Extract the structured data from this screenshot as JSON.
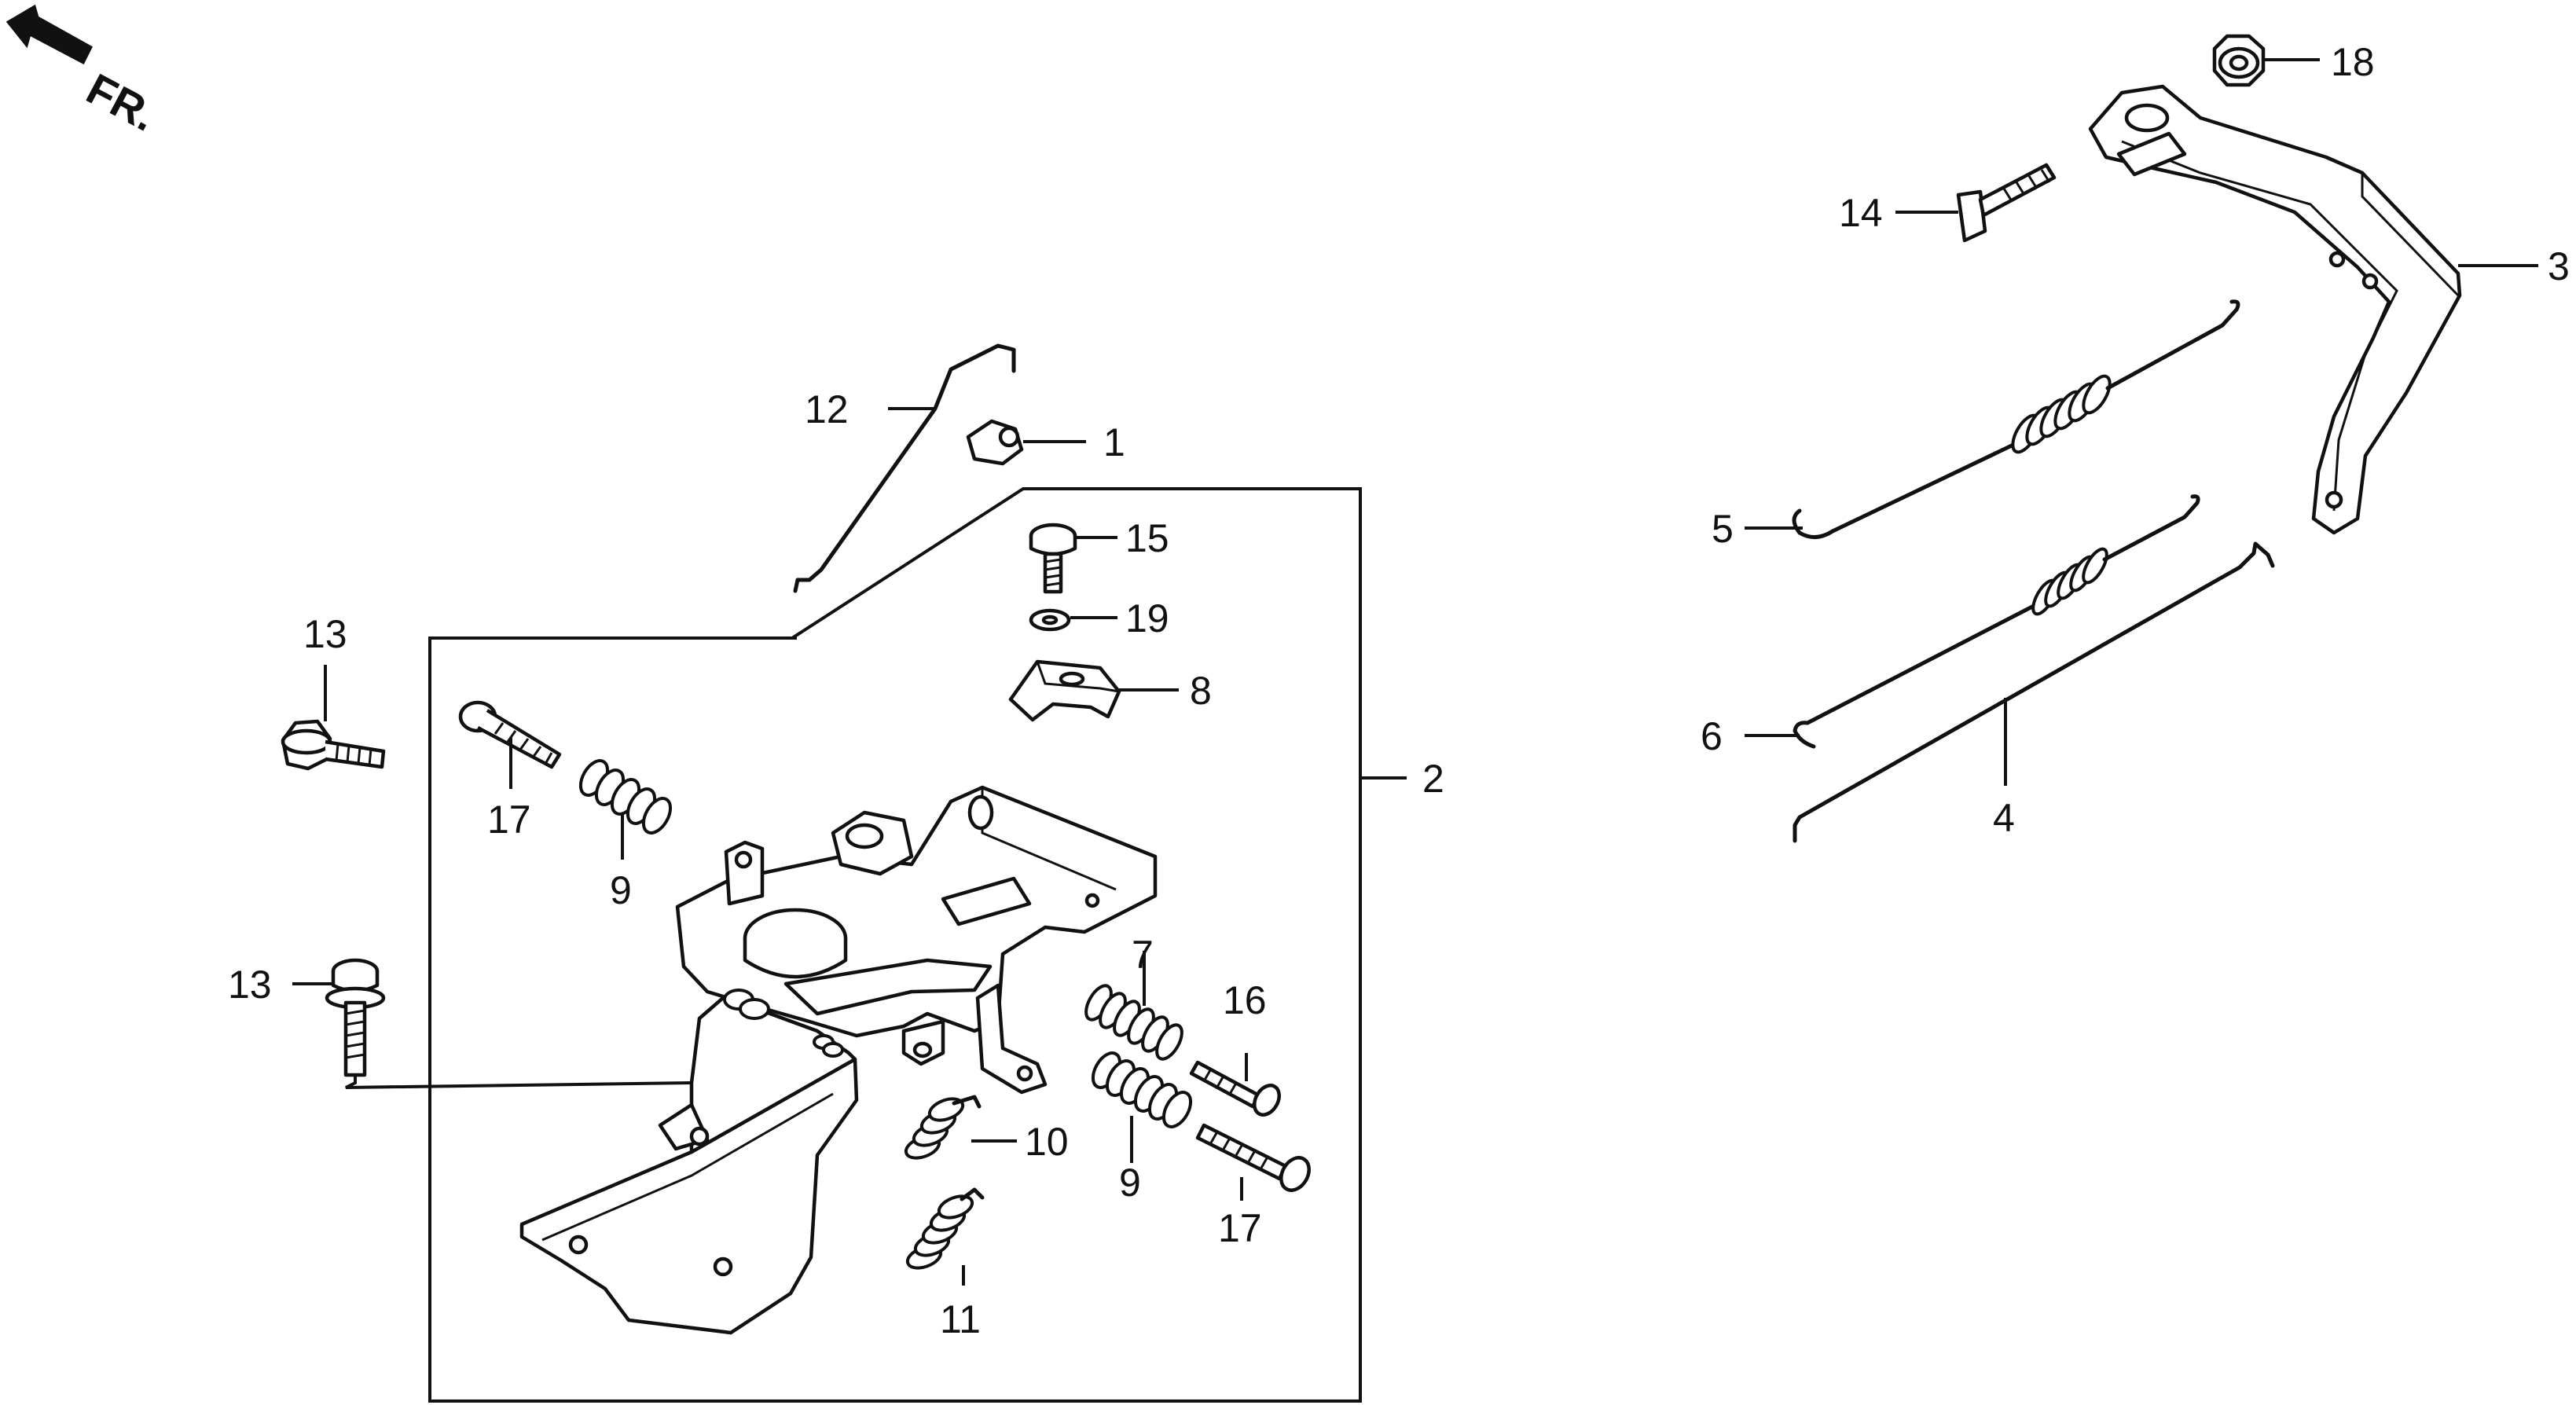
{
  "direction_label": "FR.",
  "callouts": [
    "1",
    "2",
    "3",
    "4",
    "5",
    "6",
    "7",
    "8",
    "9",
    "9",
    "10",
    "11",
    "12",
    "13",
    "13",
    "14",
    "15",
    "16",
    "17",
    "17",
    "18",
    "19"
  ]
}
